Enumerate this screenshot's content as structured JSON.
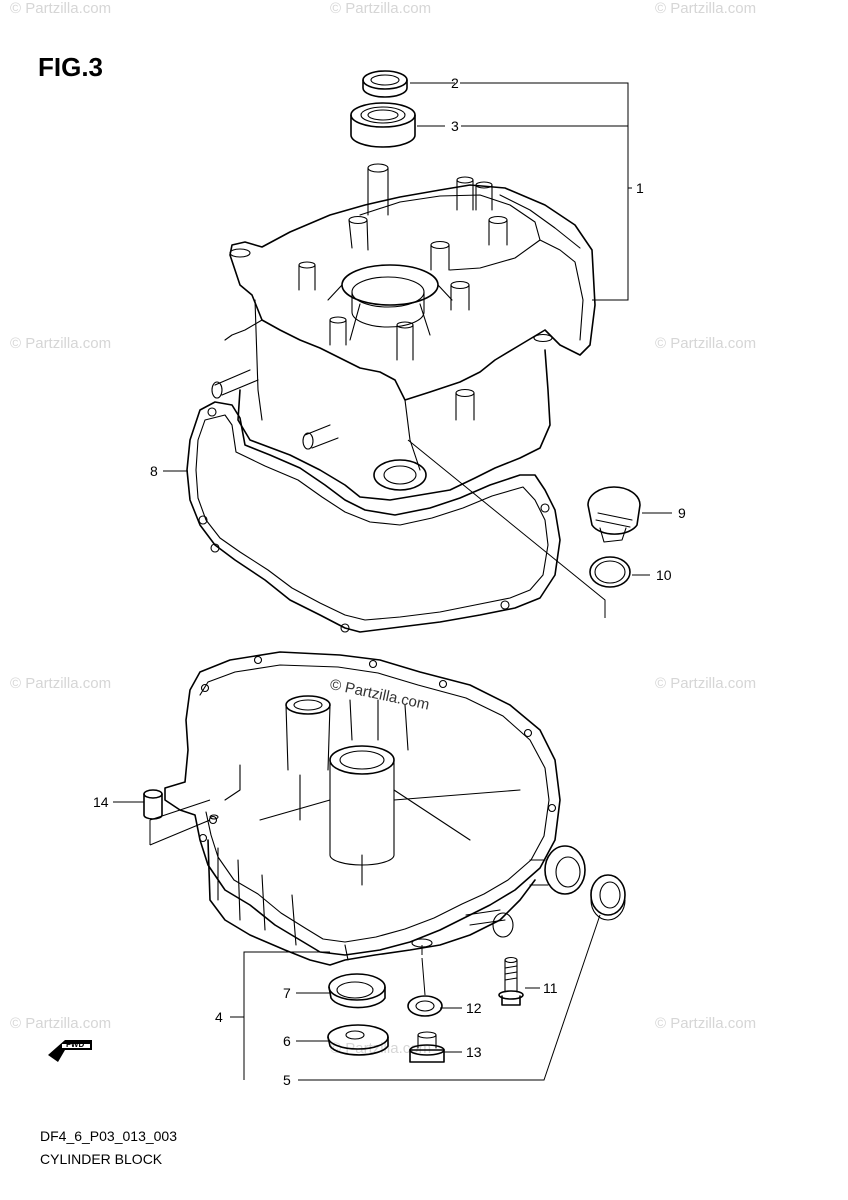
{
  "figure": {
    "title": "FIG.3",
    "drawing_code": "DF4_6_P03_013_003",
    "drawing_name": "CYLINDER BLOCK",
    "fwd_label": "FWD",
    "watermark": "© Partzilla.com"
  },
  "callouts": [
    "1",
    "2",
    "3",
    "4",
    "5",
    "6",
    "7",
    "8",
    "9",
    "10",
    "11",
    "12",
    "13",
    "14"
  ],
  "colors": {
    "line": "#000000",
    "watermark": "#d6d6d6",
    "background": "#ffffff"
  }
}
